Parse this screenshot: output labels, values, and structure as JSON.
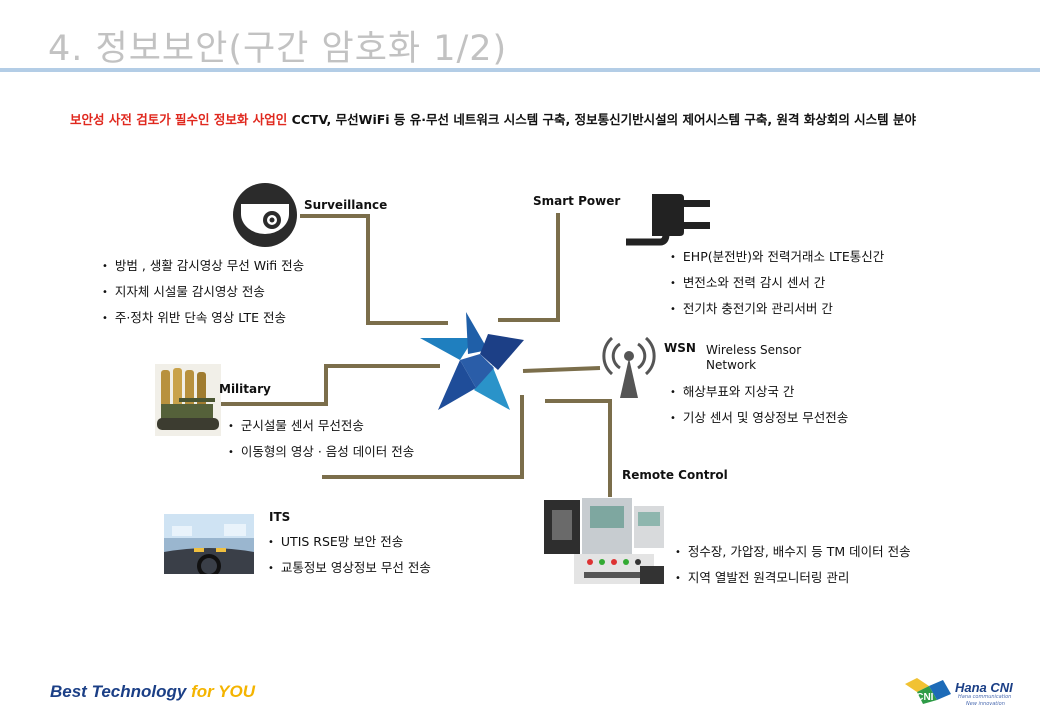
{
  "page": {
    "title": "4. 정보보안(구간 암호화 1/2)",
    "intro_highlight": "보안성 사전 검토가 필수인 정보화 사업인",
    "intro_rest": " CCTV, 무선WiFi 등 유·무선 네트워크 시스템 구축, 정보통신기반시설의 제어시스템 구축, 원격 화상회의 시스템 분야"
  },
  "colors": {
    "line": "#7b6e4b",
    "title": "#c2c2c2",
    "accent_red": "#e0281e",
    "title_bar": "#b3cde6",
    "slogan_blue": "#1b3f86",
    "slogan_yellow": "#f4b400"
  },
  "sections": {
    "surveillance": {
      "label": "Surveillance",
      "icon": "dome-camera-icon",
      "items": [
        "방범 , 생활 감시영상 무선 Wifi 전송",
        "지자체 시설물 감시영상 전송",
        "주·정차 위반 단속 영상 LTE 전송"
      ]
    },
    "smart_power": {
      "label": "Smart Power",
      "icon": "power-plug-icon",
      "items": [
        "EHP(분전반)와 전력거래소 LTE통신간",
        "변전소와 전력 감시 센서 간",
        "전기차 충전기와 관리서버 간"
      ]
    },
    "military": {
      "label": "Military",
      "icon": "tank-bullets-image",
      "items": [
        "군시설물 센서 무선전송",
        "이동형의 영상 · 음성 데이터 전송"
      ]
    },
    "wsn": {
      "label": "WSN",
      "sub1": "Wireless Sensor",
      "sub2": "Network",
      "icon": "wireless-antenna-icon",
      "items": [
        "해상부표와 지상국 간",
        "기상 센서 및 영상정보 무선전송"
      ]
    },
    "its": {
      "label": "ITS",
      "icon": "car-dashboard-image",
      "items": [
        "UTIS RSE망 보안 전송",
        "교통정보 영상정보 무선 전송"
      ]
    },
    "remote_control": {
      "label": "Remote Control",
      "icon": "control-panel-image",
      "items": [
        "정수장, 가압장, 배수지 등 TM 데이터 전송",
        "지역 열발전 원격모니터링 관리"
      ]
    }
  },
  "footer": {
    "slogan_main": "Best Technology ",
    "slogan_accent": "for YOU",
    "brand_logo": "HCNI",
    "brand_name": "Hana CNI",
    "tagline1": "Hana communication",
    "tagline2": "New innovation"
  }
}
